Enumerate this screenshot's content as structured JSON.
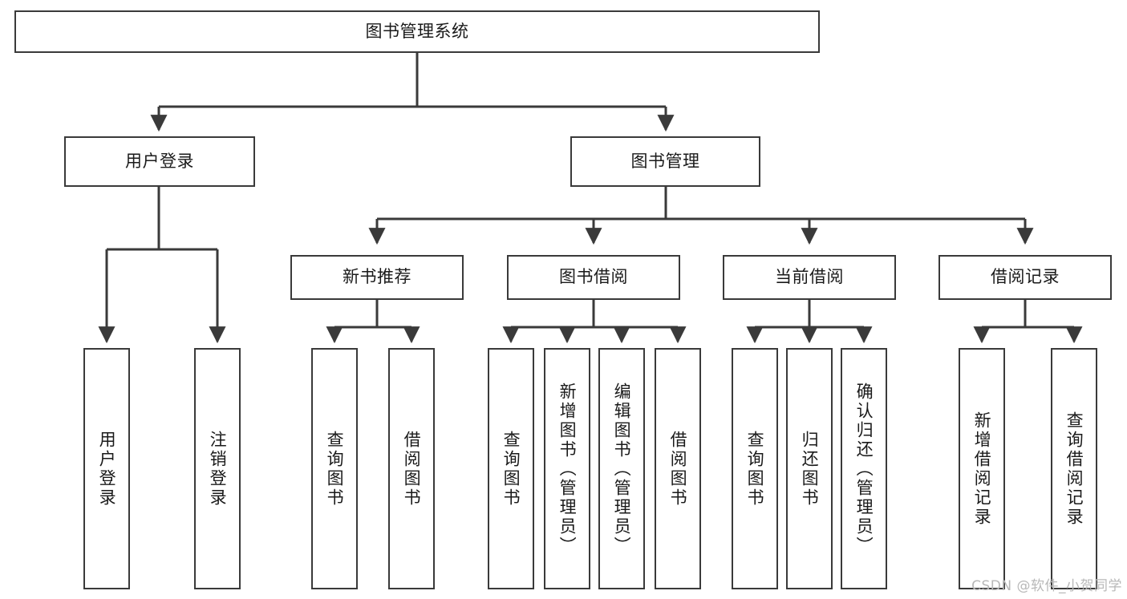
{
  "diagram": {
    "title": "图书管理系统",
    "type": "tree-hierarchy-diagram",
    "colors": {
      "stroke": "#3a3a3a",
      "fill": "#ffffff",
      "text": "#1a1a1a",
      "watermark": "#b8b8b8"
    },
    "root": {
      "label": "图书管理系统"
    },
    "level1": [
      {
        "label": "用户登录"
      },
      {
        "label": "图书管理"
      }
    ],
    "level2": [
      {
        "label": "新书推荐"
      },
      {
        "label": "图书借阅"
      },
      {
        "label": "当前借阅"
      },
      {
        "label": "借阅记录"
      }
    ],
    "leaves": {
      "user_login": [
        {
          "label": "用户登录"
        },
        {
          "label": "注销登录"
        }
      ],
      "new_book_recommend": [
        {
          "label": "查询图书"
        },
        {
          "label": "借阅图书"
        }
      ],
      "book_borrow": [
        {
          "label": "查询图书"
        },
        {
          "label": "新增图书（管理员）"
        },
        {
          "label": "编辑图书（管理员）"
        },
        {
          "label": "借阅图书"
        }
      ],
      "current_borrow": [
        {
          "label": "查询图书"
        },
        {
          "label": "归还图书"
        },
        {
          "label": "确认归还（管理员）"
        }
      ],
      "borrow_record": [
        {
          "label": "新增借阅记录"
        },
        {
          "label": "查询借阅记录"
        }
      ]
    }
  },
  "watermark": {
    "text": "CSDN @软件_小贺同学"
  }
}
